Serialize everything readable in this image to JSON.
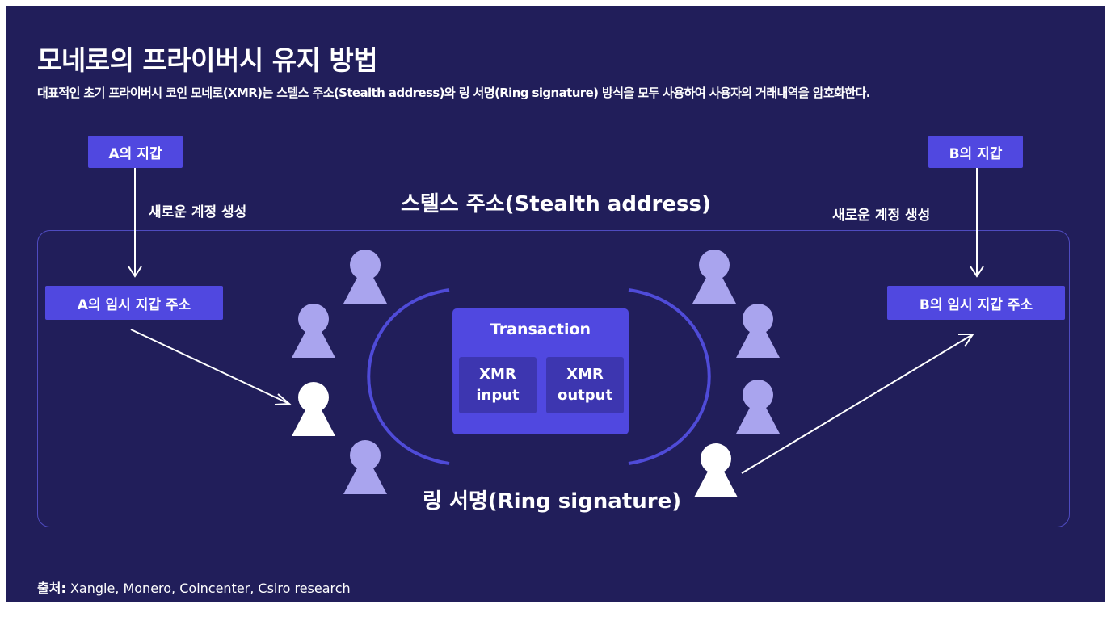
{
  "title": "모네로의 프라이버시 유지 방법",
  "subtitle": "대표적인 초기 프라이버시 코인 모네로(XMR)는 스텔스 주소(Stealth address)와 링 서명(Ring signature) 방식을 모두 사용하여 사용자의 거래내역을 암호화한다.",
  "wallet_a": "A의 지갑",
  "wallet_b": "B의 지갑",
  "new_account_a": "새로운 계정 생성",
  "new_account_b": "새로운 계정 생성",
  "temp_a": "A의 임시 지갑 주소",
  "temp_b": "B의 임시 지갑 주소",
  "stealth_label": "스텔스 주소(Stealth address)",
  "ring_label": "링 서명(Ring signature)",
  "transaction": {
    "title": "Transaction",
    "input": "XMR input",
    "output": "XMR output"
  },
  "source_prefix": "출처:",
  "source_text": "Xangle, Monero, Coincenter, Csiro research",
  "colors": {
    "background": "#211e5a",
    "accent": "#5048e0",
    "person_highlight": "#ffffff",
    "person_muted": "#a9a4ee"
  },
  "icons": [
    "person-icon",
    "arrow-down-icon",
    "arrow-diagonal-icon"
  ]
}
